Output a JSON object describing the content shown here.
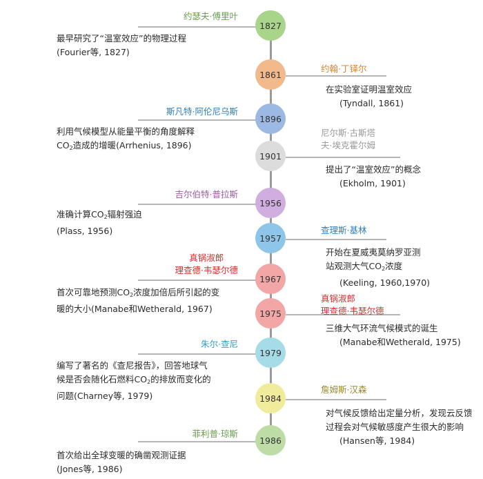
{
  "colors": {
    "green": "#6a9e4f",
    "orange": "#d98535",
    "blue": "#2f7fc1",
    "gray": "#9a9a9a",
    "purple": "#a05aa6",
    "red": "#d62f2f",
    "teal": "#2ba3c9",
    "olive": "#9a8a2a"
  },
  "events": [
    {
      "year": "1827",
      "side": "left",
      "name_color": "green",
      "circle_color": "#a8d58a",
      "name": [
        "约瑟夫·傅里叶"
      ],
      "desc": [
        "最早研究了“温室效应”的物理过程"
      ],
      "cite": "(Fourier等, 1827)"
    },
    {
      "year": "1861",
      "side": "right",
      "name_color": "orange",
      "circle_color": "#f2b98b",
      "name": [
        "约翰·丁铎尔"
      ],
      "desc": [
        "在实验室证明温室效应"
      ],
      "cite": "(Tyndall, 1861)"
    },
    {
      "year": "1896",
      "side": "left",
      "name_color": "blue",
      "circle_color": "#9bb9e3",
      "name": [
        "斯凡特·阿伦尼乌斯"
      ],
      "desc": [
        "利用气候模型从能量平衡的角度解释",
        "CO₂造成的增暖(Arrhenius, 1896)"
      ],
      "cite": ""
    },
    {
      "year": "1901",
      "side": "right",
      "name_color": "gray",
      "circle_color": "#dcdcdc",
      "name": [
        "尼尔斯·古斯塔",
        "夫·埃克霍尔姆"
      ],
      "desc": [
        "提出了“温室效应”的概念"
      ],
      "cite": "(Ekholm, 1901)"
    },
    {
      "year": "1956",
      "side": "left",
      "name_color": "purple",
      "circle_color": "#d0aee0",
      "name": [
        "吉尔伯特·普拉斯"
      ],
      "desc": [
        "准确计算CO₂辐射强迫"
      ],
      "cite": "(Plass, 1956)"
    },
    {
      "year": "1957",
      "side": "right",
      "name_color": "blue",
      "circle_color": "#8ec6ea",
      "name": [
        "查理斯·基林"
      ],
      "desc": [
        "开始在夏威夷莫纳罗亚测",
        "站观测大气CO₂浓度"
      ],
      "cite": "(Keeling, 1960,1970)"
    },
    {
      "year": "1967",
      "side": "left",
      "name_color": "red",
      "circle_color": "#f3a6a6",
      "name": [
        "真锅淑郎",
        "理查德·韦瑟尔德"
      ],
      "desc": [
        "首次可靠地预测CO₂浓度加倍后所引起的变",
        "暖的大小(Manabe和Wetherald, 1967)"
      ],
      "cite": ""
    },
    {
      "year": "1975",
      "side": "right",
      "name_color": "red",
      "circle_color": "#f3a6a6",
      "name": [
        "真锅淑郎",
        "理查德·韦瑟尔德"
      ],
      "desc": [
        "三维大气环流气候模式的诞生"
      ],
      "cite": "(Manabe和Wetherald, 1975)"
    },
    {
      "year": "1979",
      "side": "left",
      "name_color": "teal",
      "circle_color": "#a6dbe8",
      "name": [
        "朱尔·查尼"
      ],
      "desc": [
        "编写了著名的《查尼报告》，回答地球气",
        "候是否会随化石燃料CO₂的排放而变化的",
        "问题(Charney等, 1979)"
      ],
      "cite": ""
    },
    {
      "year": "1984",
      "side": "right",
      "name_color": "olive",
      "circle_color": "#f1eb9c",
      "name": [
        "詹姆斯·汉森"
      ],
      "desc": [
        "对气候反馈给出定量分析，发现云反馈",
        "过程会对气候敏感度产生很大的影响"
      ],
      "cite": "(Hansen等, 1984)"
    },
    {
      "year": "1986",
      "side": "left",
      "name_color": "green",
      "circle_color": "#bedda6",
      "name": [
        "菲利普·琼斯"
      ],
      "desc": [
        "首次给出全球变暖的确凿观测证据"
      ],
      "cite": "(Jones等, 1986)"
    }
  ]
}
